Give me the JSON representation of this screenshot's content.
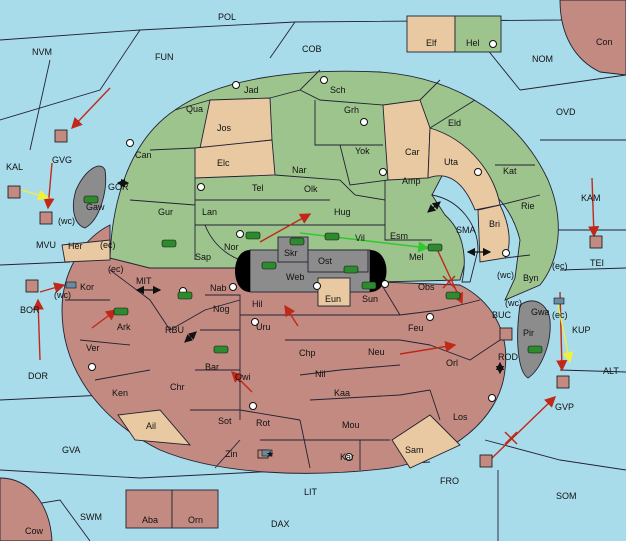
{
  "map": {
    "sea_color": "#a9dcea",
    "green": "#9ec48e",
    "tan": "#e8c9a1",
    "red": "#c28a80",
    "gray": "#8c8c8c",
    "arrow_red": "#c0281a",
    "arrow_green": "#2fc92f",
    "arrow_yellow": "#f0f040"
  },
  "labels": {
    "POL": "POL",
    "NVM": "NVM",
    "FUN": "FUN",
    "COB": "COB",
    "NOM": "NOM",
    "Con": "Con",
    "OVD": "OVD",
    "Elf": "Elf",
    "Hel": "Hel",
    "KAL": "KAL",
    "GVG": "GVG",
    "GOR": "GOR",
    "Gaw": "Gaw",
    "MVU": "MVU",
    "wc1": "(wc)",
    "Jad": "Jad",
    "Sch": "Sch",
    "Qua": "Qua",
    "Grh": "Grh",
    "Eld": "Eld",
    "Jos": "Jos",
    "Can": "Can",
    "Yok": "Yok",
    "Car": "Car",
    "Uta": "Uta",
    "Elc": "Elc",
    "Nar": "Nar",
    "Amp": "Amp",
    "Kat": "Kat",
    "Tel": "Tel",
    "Olk": "Olk",
    "KAM": "KAM",
    "Gur": "Gur",
    "Lan": "Lan",
    "Hug": "Hug",
    "Rie": "Rie",
    "SMA": "SMA",
    "Bri": "Bri",
    "Her": "Her",
    "ec1": "(ec)",
    "Nor": "Nor",
    "Skr": "Skr",
    "Vil": "Vil",
    "Esm": "Esm",
    "Sap": "Sap",
    "Ost": "Ost",
    "Mel": "Mel",
    "Web": "Web",
    "Byn": "Byn",
    "ec2": "(ec)",
    "TEI": "TEI",
    "Nab": "Nab",
    "Eun": "Eun",
    "Sun": "Sun",
    "Obs": "Obs",
    "MIT": "MIT",
    "Kor": "Kor",
    "ec3": "(ec)",
    "wc2": "(wc)",
    "Gwa": "Gwa",
    "ec4": "(ec)",
    "BOR": "BOR",
    "wc3": "(wc)",
    "Nog": "Nog",
    "Hil": "Hil",
    "BUC": "BUC",
    "Pir": "Pir",
    "KUP": "KUP",
    "Ark": "Ark",
    "Uru": "Uru",
    "Feu": "Feu",
    "RBU": "RBU",
    "Ver": "Ver",
    "Chp": "Chp",
    "Neu": "Neu",
    "Orl": "Orl",
    "ROD": "ROD",
    "Bar": "Bar",
    "Qwi": "Qwi",
    "DOR": "DOR",
    "Nil": "Nil",
    "ALT": "ALT",
    "Chr": "Chr",
    "Ken": "Ken",
    "Kaa": "Kaa",
    "GVP": "GVP",
    "Los": "Los",
    "Sot": "Sot",
    "Rot": "Rot",
    "Mou": "Mou",
    "Ail": "Ail",
    "GVA": "GVA",
    "Zin": "Zin",
    "Kar": "Kar",
    "Sam": "Sam",
    "FRO": "FRO",
    "LIT": "LIT",
    "SOM": "SOM",
    "SWM": "SWM",
    "Aba": "Aba",
    "Orn": "Orn",
    "DAX": "DAX",
    "Cow": "Cow",
    "wc4": "(wc)"
  }
}
